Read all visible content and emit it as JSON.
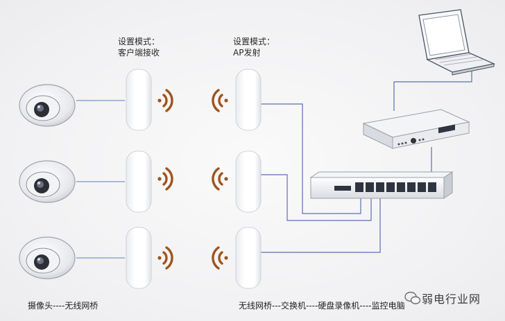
{
  "labels": {
    "receiver_mode_line1": "设置模式：",
    "receiver_mode_line2": "客户端接收",
    "transmitter_mode_line1": "设置模式：",
    "transmitter_mode_line2": "AP发射"
  },
  "captions": {
    "left": "摄像头----无线网桥",
    "right": "无线网桥---交换机----硬盘录像机----监控电脑"
  },
  "watermark": "弱电行业网",
  "colors": {
    "cable": "#5b6fb0",
    "signal": "#a0531c",
    "device_body": "#ffffff",
    "device_outline": "#cfd2d8"
  }
}
